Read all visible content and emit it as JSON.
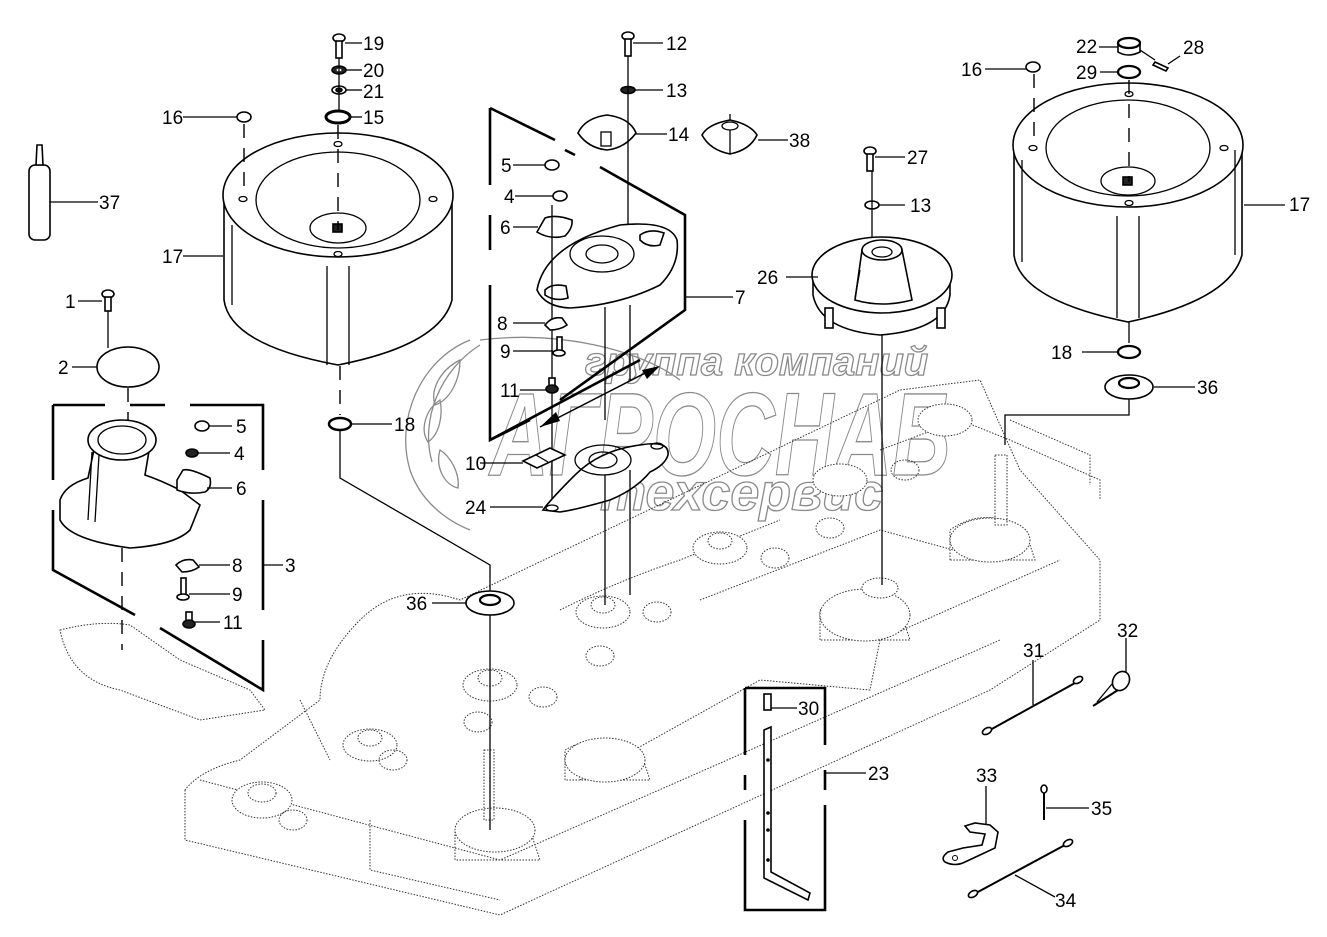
{
  "diagram": {
    "type": "exploded-parts-diagram",
    "subject": "mower cutter bar drums and discs assembly"
  },
  "watermark": {
    "line1": "группа компаний",
    "line2": "АГРОСНАБ",
    "line3": "техсервис"
  },
  "callouts": [
    {
      "id": "1",
      "part": "screw"
    },
    {
      "id": "2",
      "part": "cover-plate"
    },
    {
      "id": "3",
      "part": "hub-assembly"
    },
    {
      "id": "4",
      "part": "nut"
    },
    {
      "id": "5",
      "part": "nut"
    },
    {
      "id": "6",
      "part": "knife-holder"
    },
    {
      "id": "7",
      "part": "cutting-disc-assembly"
    },
    {
      "id": "8",
      "part": "plate"
    },
    {
      "id": "9",
      "part": "bolt"
    },
    {
      "id": "10",
      "part": "plate"
    },
    {
      "id": "11",
      "part": "bolt"
    },
    {
      "id": "12",
      "part": "bolt"
    },
    {
      "id": "13",
      "part": "washer"
    },
    {
      "id": "14",
      "part": "cap"
    },
    {
      "id": "15",
      "part": "washer"
    },
    {
      "id": "16",
      "part": "plug"
    },
    {
      "id": "17",
      "part": "drum"
    },
    {
      "id": "18",
      "part": "ring"
    },
    {
      "id": "19",
      "part": "bolt"
    },
    {
      "id": "20",
      "part": "washer"
    },
    {
      "id": "21",
      "part": "washer"
    },
    {
      "id": "22",
      "part": "bushing"
    },
    {
      "id": "23",
      "part": "skid-kit"
    },
    {
      "id": "24",
      "part": "cutting-disc"
    },
    {
      "id": "26",
      "part": "cone-hub"
    },
    {
      "id": "27",
      "part": "bolt"
    },
    {
      "id": "28",
      "part": "screw"
    },
    {
      "id": "29",
      "part": "ring"
    },
    {
      "id": "30",
      "part": "block"
    },
    {
      "id": "31",
      "part": "cable"
    },
    {
      "id": "32",
      "part": "spring-clip"
    },
    {
      "id": "33",
      "part": "bracket"
    },
    {
      "id": "34",
      "part": "cable"
    },
    {
      "id": "35",
      "part": "pin"
    },
    {
      "id": "36",
      "part": "washer"
    },
    {
      "id": "37",
      "part": "sealant-tube"
    },
    {
      "id": "38",
      "part": "cap"
    }
  ],
  "labels": {
    "c1": "1",
    "c2": "2",
    "c3": "3",
    "c4a": "4",
    "c4b": "4",
    "c5a": "5",
    "c5b": "5",
    "c6a": "6",
    "c6b": "6",
    "c7": "7",
    "c8a": "8",
    "c8b": "8",
    "c9a": "9",
    "c9b": "9",
    "c10": "10",
    "c11a": "11",
    "c11b": "11",
    "c12": "12",
    "c13a": "13",
    "c13b": "13",
    "c14": "14",
    "c15": "15",
    "c16a": "16",
    "c16b": "16",
    "c17a": "17",
    "c17b": "17",
    "c18a": "18",
    "c18b": "18",
    "c19": "19",
    "c20": "20",
    "c21": "21",
    "c22": "22",
    "c23": "23",
    "c24": "24",
    "c26": "26",
    "c27": "27",
    "c28": "28",
    "c29": "29",
    "c30": "30",
    "c31": "31",
    "c32": "32",
    "c33": "33",
    "c34": "34",
    "c35": "35",
    "c36a": "36",
    "c36b": "36",
    "c37": "37",
    "c38": "38"
  }
}
